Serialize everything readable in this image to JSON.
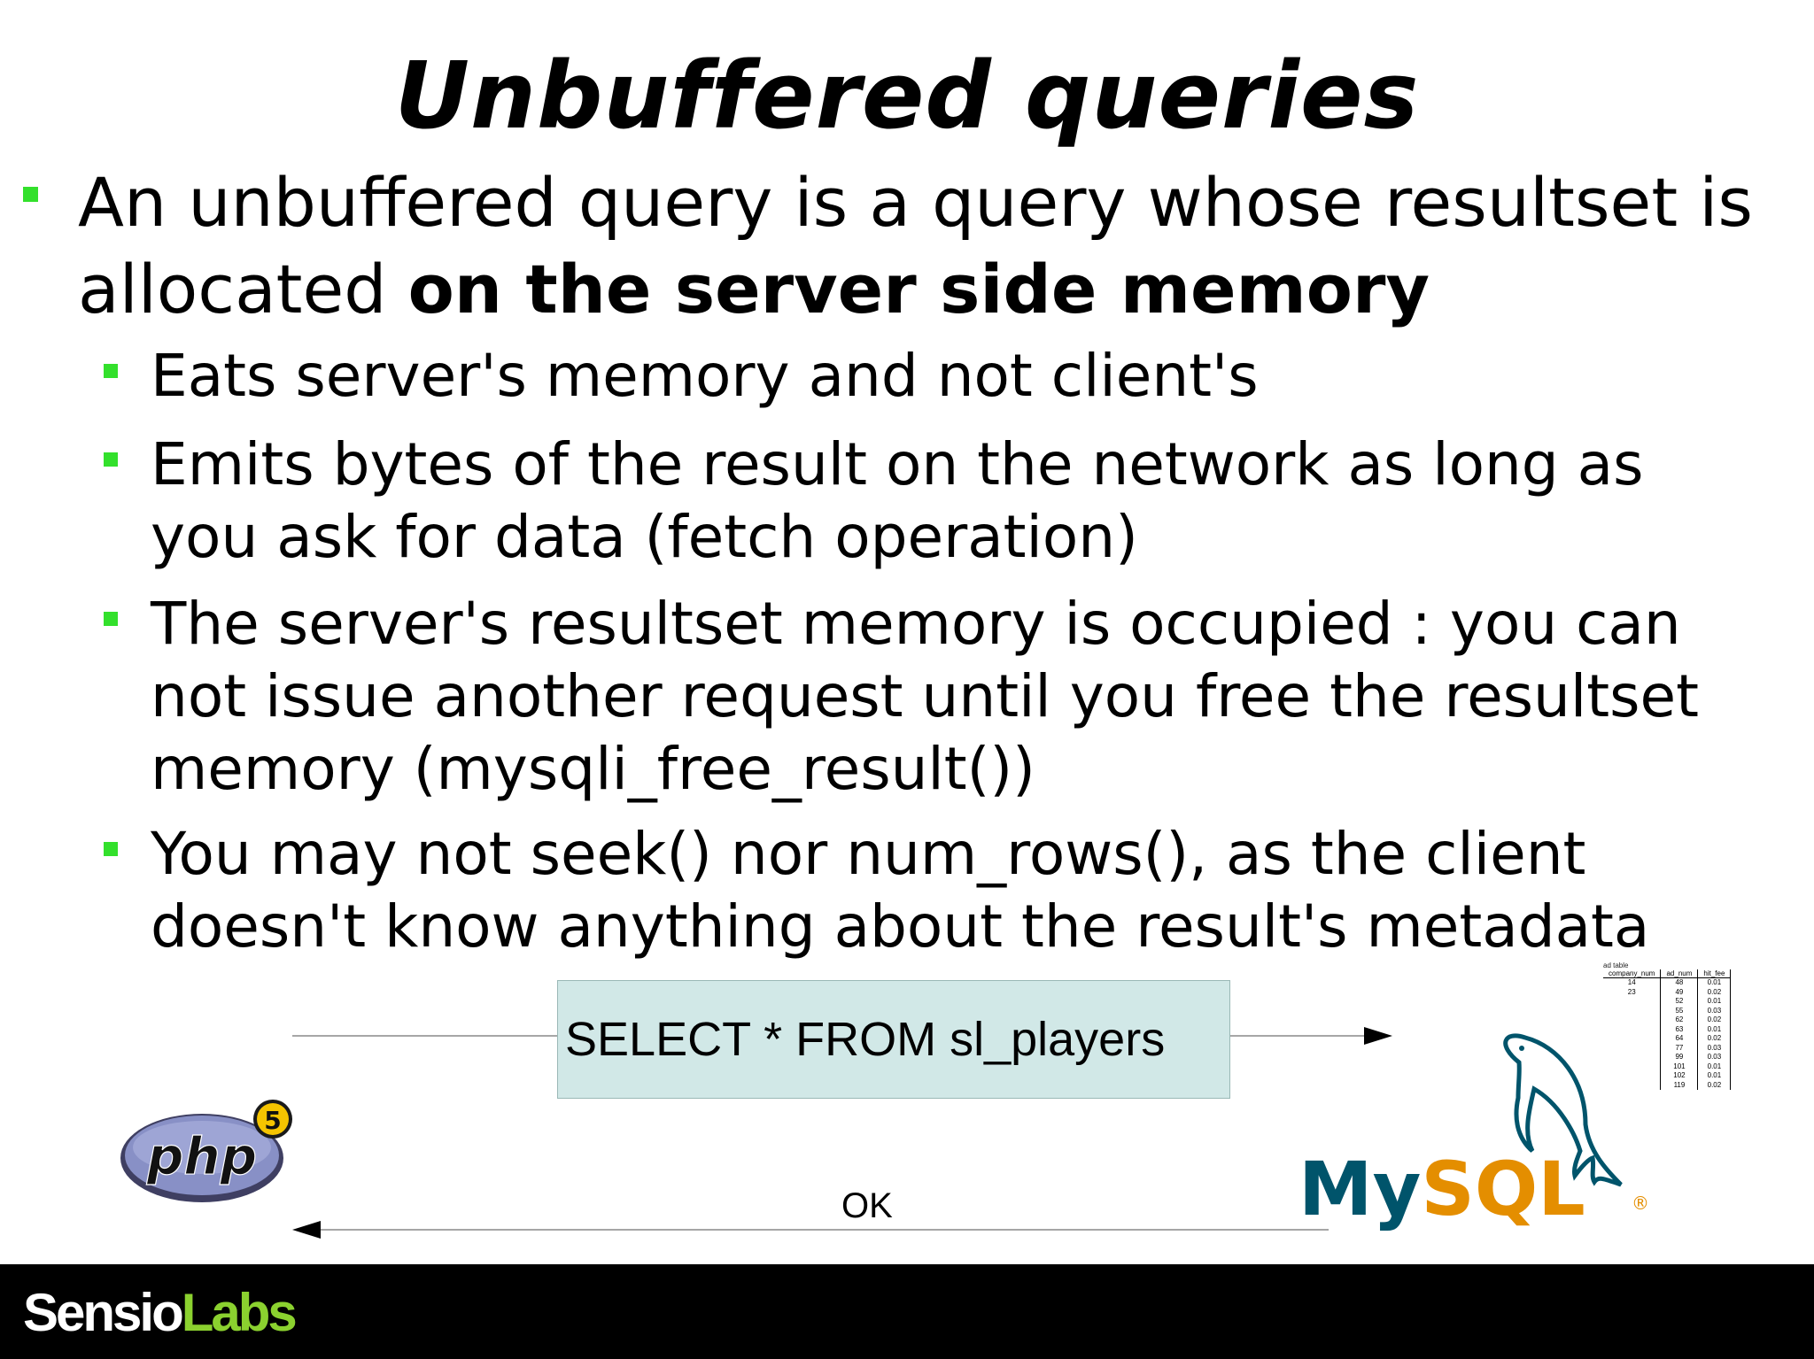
{
  "slide": {
    "title": "Unbuffered queries",
    "main_bullet": {
      "text_regular": "An unbuffered query is a query whose resultset is allocated ",
      "text_bold": "on the server side memory"
    },
    "sub_bullets": [
      "Eats server's memory and not client's",
      "Emits bytes of the result on the network as long as you ask for data (fetch operation)",
      "The server's resultset memory is occupied : you can not issue another request until you free the resultset memory (mysqli_free_result())",
      "You may not seek() nor num_rows(), as the client doesn't know anything about the result's metadata"
    ]
  },
  "diagram": {
    "query_label": "SELECT * FROM sl_players",
    "response_label": "OK",
    "php_logo_text": "php",
    "php_version_badge": "5",
    "mysql_logo_text_my": "My",
    "mysql_logo_text_sql": "SQL",
    "mysql_registered_mark": "®",
    "result_table": {
      "caption": "ad table",
      "headers": [
        "company_num",
        "ad_num",
        "hit_fee"
      ],
      "rows": [
        [
          "14",
          "48",
          "0.01"
        ],
        [
          "23",
          "49",
          "0.02"
        ],
        [
          "",
          "52",
          "0.01"
        ],
        [
          "",
          "55",
          "0.03"
        ],
        [
          "",
          "62",
          "0.02"
        ],
        [
          "",
          "63",
          "0.01"
        ],
        [
          "",
          "64",
          "0.02"
        ],
        [
          "",
          "77",
          "0.03"
        ],
        [
          "",
          "99",
          "0.03"
        ],
        [
          "",
          "101",
          "0.01"
        ],
        [
          "",
          "102",
          "0.01"
        ],
        [
          "",
          "119",
          "0.02"
        ]
      ]
    }
  },
  "footer": {
    "brand_part1": "Sensio",
    "brand_part2": "Labs"
  },
  "colors": {
    "bullet": "#33e02c",
    "box_fill": "#d1e8e7",
    "mysql_blue": "#00546b",
    "mysql_orange": "#e48e00",
    "php_purple": "#7377ad",
    "footer_bg": "#000000",
    "brand_green": "#8bd12f"
  }
}
